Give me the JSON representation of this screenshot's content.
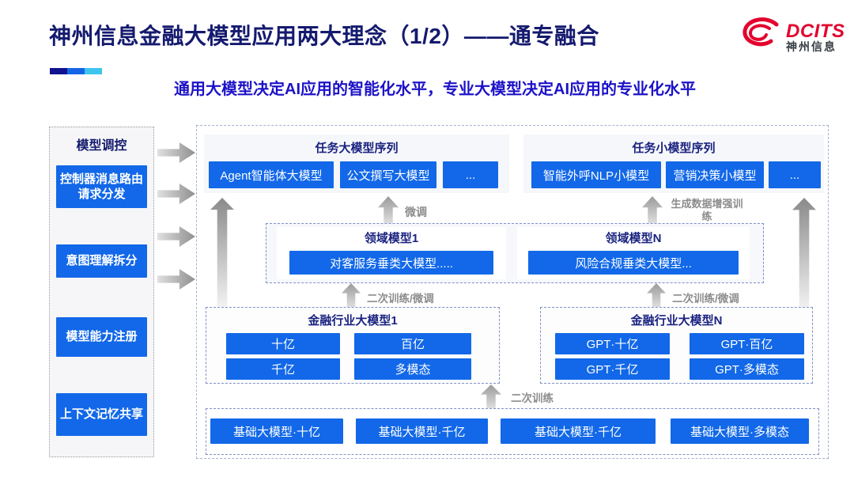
{
  "slide": {
    "title": "神州信息金融大模型应用两大理念（1/2）——通专融合",
    "subtitle": "通用大模型决定AI应用的智能化水平，专业大模型决定AI应用的专业化水平"
  },
  "logo": {
    "name": "DCITS",
    "caption": "神州信息"
  },
  "accent_bar": {
    "colors": [
      "#10128F",
      "#1566E6",
      "#3EC4EF"
    ]
  },
  "sidebar": {
    "title": "模型调控",
    "items": [
      {
        "label": "控制器消息路由请求分发"
      },
      {
        "label": "意图理解拆分"
      },
      {
        "label": "模型能力注册"
      },
      {
        "label": "上下文记忆共享"
      }
    ]
  },
  "diagram": {
    "task_large_series": {
      "title": "任务大模型序列",
      "items": [
        "Agent智能体大模型",
        "公文撰写大模型",
        "..."
      ]
    },
    "task_small_series": {
      "title": "任务小模型序列",
      "items": [
        "智能外呼NLP小模型",
        "营销决策小模型",
        "..."
      ]
    },
    "domain_models": {
      "left": {
        "title": "领域模型1",
        "item": "对客服务垂类大模型....."
      },
      "right": {
        "title": "领域模型N",
        "item": "风险合规垂类大模型..."
      }
    },
    "industry_model_1": {
      "title": "金融行业大模型1",
      "items": [
        "十亿",
        "百亿",
        "千亿",
        "多模态"
      ]
    },
    "industry_model_n": {
      "title": "金融行业大模型N",
      "items": [
        "GPT·十亿",
        "GPT·百亿",
        "GPT·千亿",
        "GPT·多模态"
      ]
    },
    "base_models": {
      "items": [
        "基础大模型·十亿",
        "基础大模型·千亿",
        "基础大模型·千亿",
        "基础大模型·多模态"
      ]
    },
    "arrow_labels": {
      "fine_tune": "微调",
      "gen_data_train": "生成数据增强训练",
      "retrain_ft_left": "二次训练/微调",
      "retrain_ft_right": "二次训练/微调",
      "retrain": "二次训练"
    }
  },
  "colors": {
    "button_blue": "#1268E8",
    "title_navy": "#141A6E",
    "subtitle_blue": "#1C12C8",
    "header_navy": "#1B2380",
    "label_gray": "#8C8C8C",
    "logo_red": "#E3032E"
  }
}
